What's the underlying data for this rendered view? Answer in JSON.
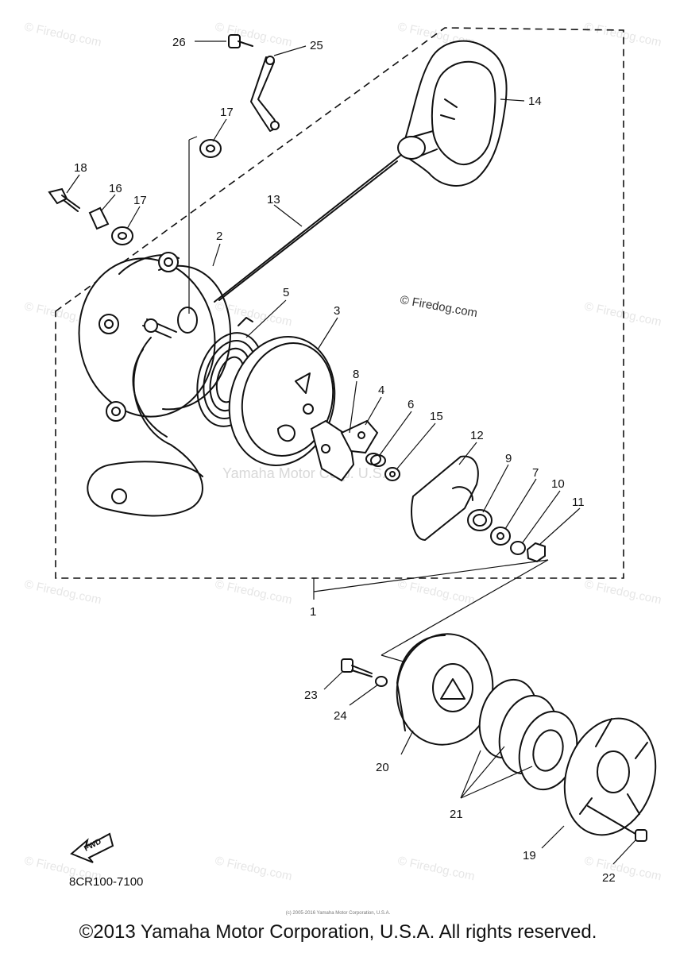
{
  "diagram": {
    "callouts": {
      "c1": "1",
      "c2": "2",
      "c3": "3",
      "c4": "4",
      "c5": "5",
      "c6": "6",
      "c7": "7",
      "c8": "8",
      "c9": "9",
      "c10": "10",
      "c11": "11",
      "c12": "12",
      "c13": "13",
      "c14": "14",
      "c15": "15",
      "c16": "16",
      "c17a": "17",
      "c17b": "17",
      "c18": "18",
      "c19": "19",
      "c20": "20",
      "c21": "21",
      "c22": "22",
      "c23": "23",
      "c24": "24",
      "c25": "25",
      "c26": "26"
    },
    "watermark": "© Firedog.com",
    "center_watermark": "Yamaha Motor Corp. U.S.A.",
    "fwd_label": "FWD",
    "diagram_code": "8CR100-7100",
    "small_print": "(c) 2005-2016 Yamaha Motor Corporation, U.S.A.",
    "copyright": "©2013 Yamaha Motor Corporation, U.S.A. All rights reserved."
  }
}
